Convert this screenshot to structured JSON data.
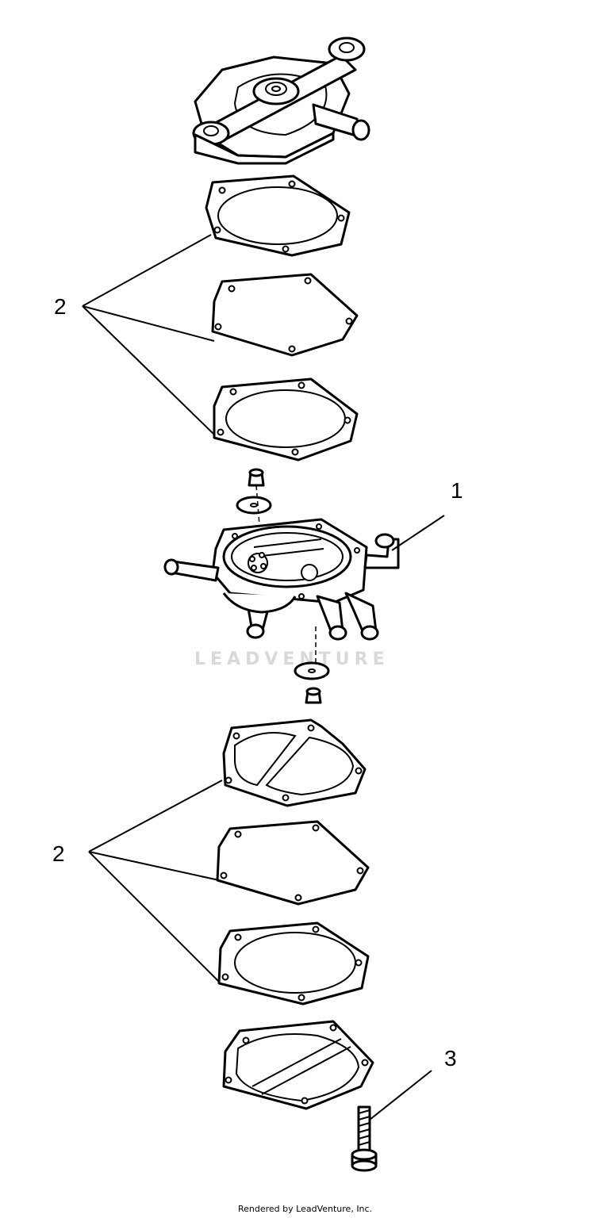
{
  "callouts": {
    "label_1": "1",
    "label_2a": "2",
    "label_2b": "2",
    "label_3": "3"
  },
  "watermark": "LEADVENTURE",
  "footer": "Rendered by LeadVenture, Inc.",
  "colors": {
    "line": "#000000",
    "background": "#ffffff",
    "watermark": "#d9d9d9"
  }
}
